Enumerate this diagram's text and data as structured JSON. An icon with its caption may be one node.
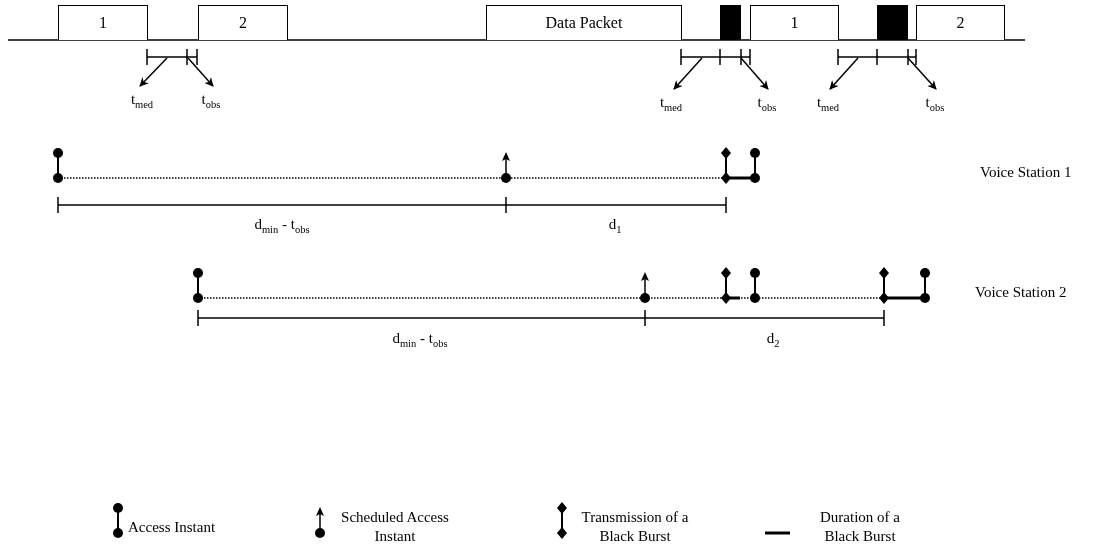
{
  "diagram": {
    "nodes": [
      {
        "text": [
          "1"
        ]
      },
      {
        "text": [
          "2"
        ]
      },
      {
        "text": [
          "Data Packet"
        ]
      },
      {
        "text": [],
        "shape": "box"
      },
      {
        "text": [
          "1"
        ]
      },
      {
        "text": [],
        "shape": "box"
      },
      {
        "text": [
          "2"
        ]
      },
      {
        "text": [
          "t$_{med}$"
        ]
      },
      {
        "text": [
          "t$_{obs}$"
        ]
      },
      {
        "text": [
          "t$_{med}$"
        ]
      },
      {
        "text": [
          "t$_{obs}$"
        ]
      },
      {
        "text": [
          "t$_{med}$"
        ]
      },
      {
        "text": [
          "t$_{obs}$"
        ]
      }
    ],
    "edges": [
      {
        "from": null,
        "to": 7,
        "arrow": "to"
      },
      {
        "from": null,
        "to": 8,
        "arrow": "to"
      },
      {
        "from": null,
        "to": 9,
        "arrow": "to"
      },
      {
        "from": null,
        "to": 10,
        "arrow": "to"
      },
      {
        "from": null,
        "to": 11,
        "arrow": "to"
      },
      {
        "from": null,
        "to": 12,
        "arrow": "to"
      }
    ],
    "labels": [
      "Voice Station 1",
      "d$_{min}$ - t$_{obs}$",
      "d$_{1}$",
      "Voice Station 2",
      "d$_{min}$ - t$_{obs}$",
      "d$_{2}$"
    ],
    "legend": [
      {
        "text": "Access Instant"
      },
      {
        "text": "Scheduled Access Instant"
      },
      {
        "text": "Transmission of a Black Burst"
      },
      {
        "text": "Duration of a Black Burst"
      }
    ]
  }
}
